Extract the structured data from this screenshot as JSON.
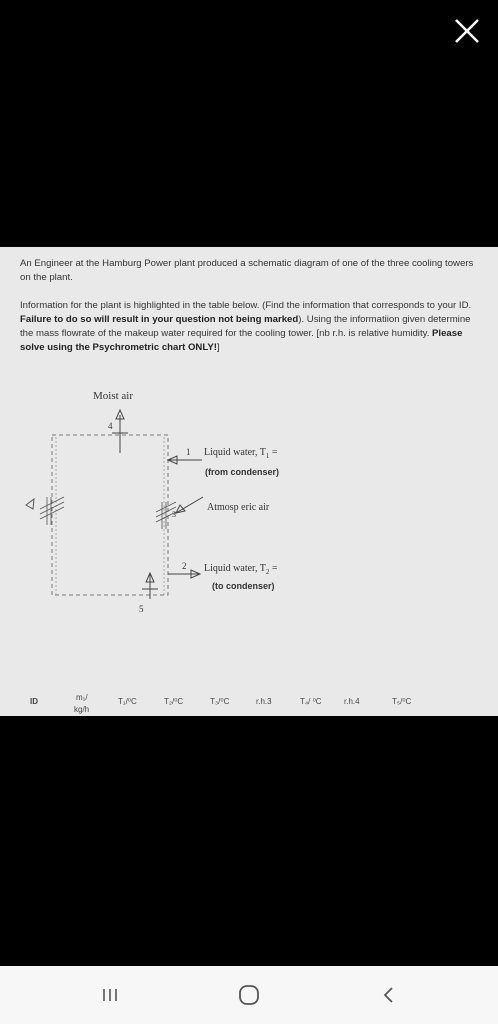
{
  "viewer": {
    "close_icon": "close-x-icon"
  },
  "document": {
    "para1": "An Engineer at the Hamburg Power plant produced a schematic diagram of one of the three cooling towers on the plant.",
    "para2_a": "Information for the plant is highlighted in the table below. (Find the information that corresponds to your ID. ",
    "para2_b": "Failure to do so will result in your question not being marked",
    "para2_c": "). Using the informatiion given determine the mass flowrate of the makeup water required for the cooling tower. [nb r.h. is relative humidity. ",
    "para2_d": "Please solve using the Psychrometric chart ONLY!",
    "para2_e": "]"
  },
  "diagram": {
    "moist_air": "Moist air",
    "label_1": "1",
    "label_2": "2",
    "label_3": "3",
    "label_4": "4",
    "label_5": "5",
    "liquid1": "Liquid water, T",
    "liquid1_sub": "1",
    "liquid1_eq": " =",
    "from_condenser": "(from condenser)",
    "atmospheric": "Atmosp   eric air",
    "liquid2": "Liquid water, T",
    "liquid2_sub": "2",
    "liquid2_eq": " =",
    "to_condenser": "(to condenser)"
  },
  "table": {
    "headers": [
      "ID",
      "m₁/",
      "kg/h",
      "T₁/⁰C",
      "T₂/⁰C",
      "T₃/⁰C",
      "r.h.3",
      "T₄/ ⁰C",
      "r.h.4",
      "T₅/⁰C"
    ]
  },
  "navbar": {
    "recent_icon": "recent-apps-icon",
    "home_icon": "home-icon",
    "back_icon": "back-icon"
  }
}
